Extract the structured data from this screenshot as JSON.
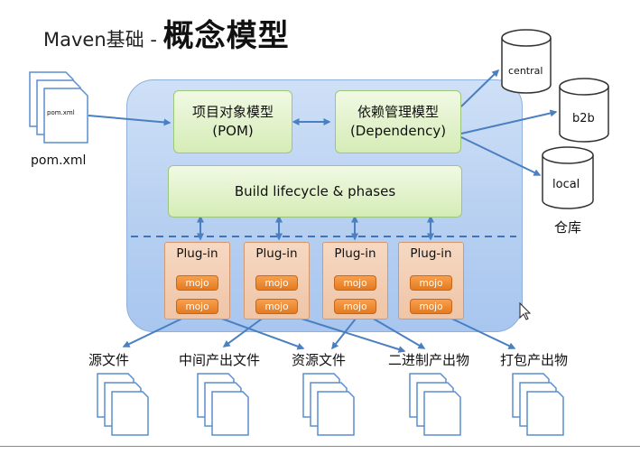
{
  "title": {
    "prefix": "Maven基础 - ",
    "main": "概念模型"
  },
  "pom_file": {
    "doc_label": "pom.xml",
    "caption": "pom.xml"
  },
  "pom_model": {
    "line1": "项目对象模型",
    "line2": "(POM)"
  },
  "dependency_model": {
    "line1": "依赖管理模型",
    "line2": "(Dependency)"
  },
  "build_lifecycle": "Build lifecycle & phases",
  "plugins": [
    {
      "label": "Plug-in",
      "mojos": [
        "mojo",
        "mojo"
      ]
    },
    {
      "label": "Plug-in",
      "mojos": [
        "mojo",
        "mojo"
      ]
    },
    {
      "label": "Plug-in",
      "mojos": [
        "mojo",
        "mojo"
      ]
    },
    {
      "label": "Plug-in",
      "mojos": [
        "mojo",
        "mojo"
      ]
    }
  ],
  "repositories": {
    "items": [
      "central",
      "b2b",
      "local"
    ],
    "caption": "仓库"
  },
  "outputs": [
    "源文件",
    "中间产出文件",
    "资源文件",
    "二进制产出物",
    "打包产出物"
  ],
  "colors": {
    "arrow": "#4a7fc1",
    "container": "#b7d0f1",
    "green_box": "#d5ecb6",
    "plugin": "#efc5a6",
    "mojo": "#e47a1e"
  }
}
